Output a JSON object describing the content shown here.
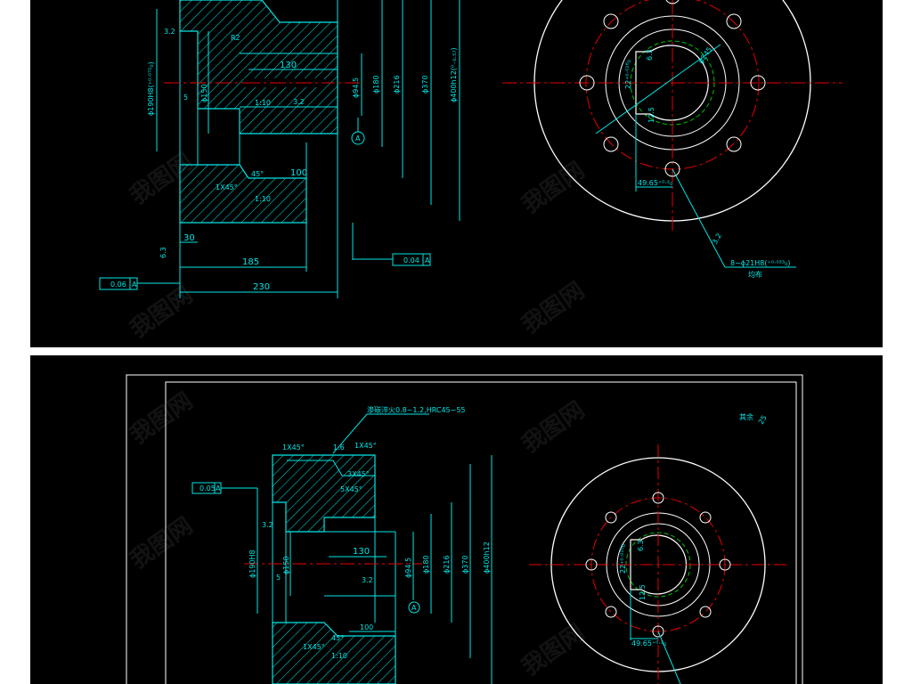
{
  "top": {
    "dims": {
      "d190": "ϕ190H8(⁺⁰·⁰⁷²₀)",
      "d150": "ϕ150",
      "d94": "ϕ94.5",
      "d180": "ϕ180",
      "d216": "ϕ216",
      "d370": "ϕ370",
      "d400": "ϕ400h12(⁰₋₀.₅₇)",
      "len130": "130",
      "len100": "100",
      "len30": "30",
      "len185": "185",
      "len230": "230",
      "r": "R2",
      "rough32a": "3.2",
      "rough32b": "3.2",
      "rough63": "6.3",
      "taper1": "1:10",
      "taper2": "1:10",
      "chamfer": "1X45°",
      "ang45": "45°",
      "gdt1_tol": "0.06",
      "gdt1_ref": "A",
      "gdt2_tol": "0.04",
      "gdt2_ref": "A",
      "datum_a": "A",
      "five": "5",
      "d245": "ϕ245",
      "key22": "22⁺⁰·⁰²⁶₀",
      "rough125": "12.5",
      "dim4965": "49.65⁺⁰·²₀",
      "holes": "8−ϕ21H8(⁺⁰·⁰³³₀)",
      "hole_note": "均布"
    }
  },
  "bottom": {
    "dims": {
      "note_top": "渗碳淬火0.8~1.2,HRC45−55",
      "ch1": "1X45°",
      "ch2": "1X45°",
      "ch3": "3X45°",
      "ch4": "5X45°",
      "rough16": "1.6",
      "gdt_tol": "0.05",
      "gdt_ref": "A",
      "d190": "ϕ190H8",
      "d150": "ϕ150",
      "d94": "ϕ94.5",
      "d180": "ϕ180",
      "d216": "ϕ216",
      "d370": "ϕ370",
      "d400": "ϕ400h12",
      "len130": "130",
      "len100": "100",
      "rough32a": "3.2",
      "rough32b": "3.2",
      "taper": "1:10",
      "ch5": "1X45°",
      "ang45": "45°",
      "datum_a": "A",
      "five": "5",
      "rough_other": "其余",
      "rough_other_val": "25",
      "key22": "22⁺⁰·⁰²⁶₀",
      "rough63": "6.3",
      "rough125": "12.5",
      "dim4965": "49.65⁺⁰·²₀"
    }
  },
  "watermark": "我图网",
  "colors": {
    "background": "#000000",
    "line": "#00e6e6",
    "centerline": "#e60000",
    "outline": "#ffffff",
    "hidden": "#00c000"
  }
}
